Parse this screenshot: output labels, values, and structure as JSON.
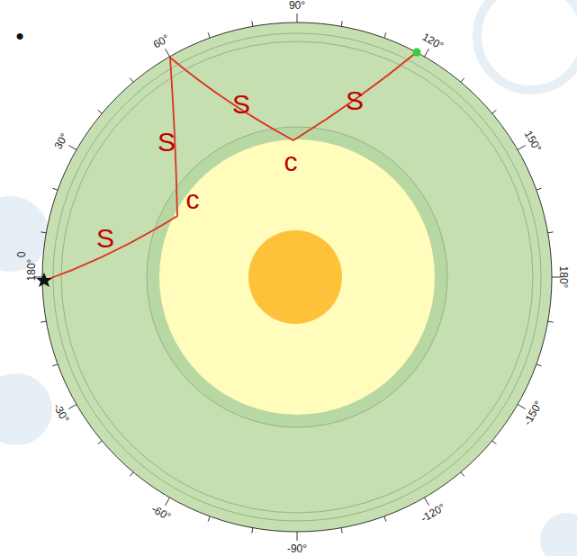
{
  "diagram": {
    "labels": [
      "•",
      "90°",
      "60°",
      "120°",
      "30°",
      "150°",
      "0",
      "180°",
      "180°",
      "-30°",
      "-150°",
      "-60°",
      "-120°",
      "-90°",
      "S",
      "S",
      "S",
      "S",
      "c",
      "c"
    ]
  }
}
